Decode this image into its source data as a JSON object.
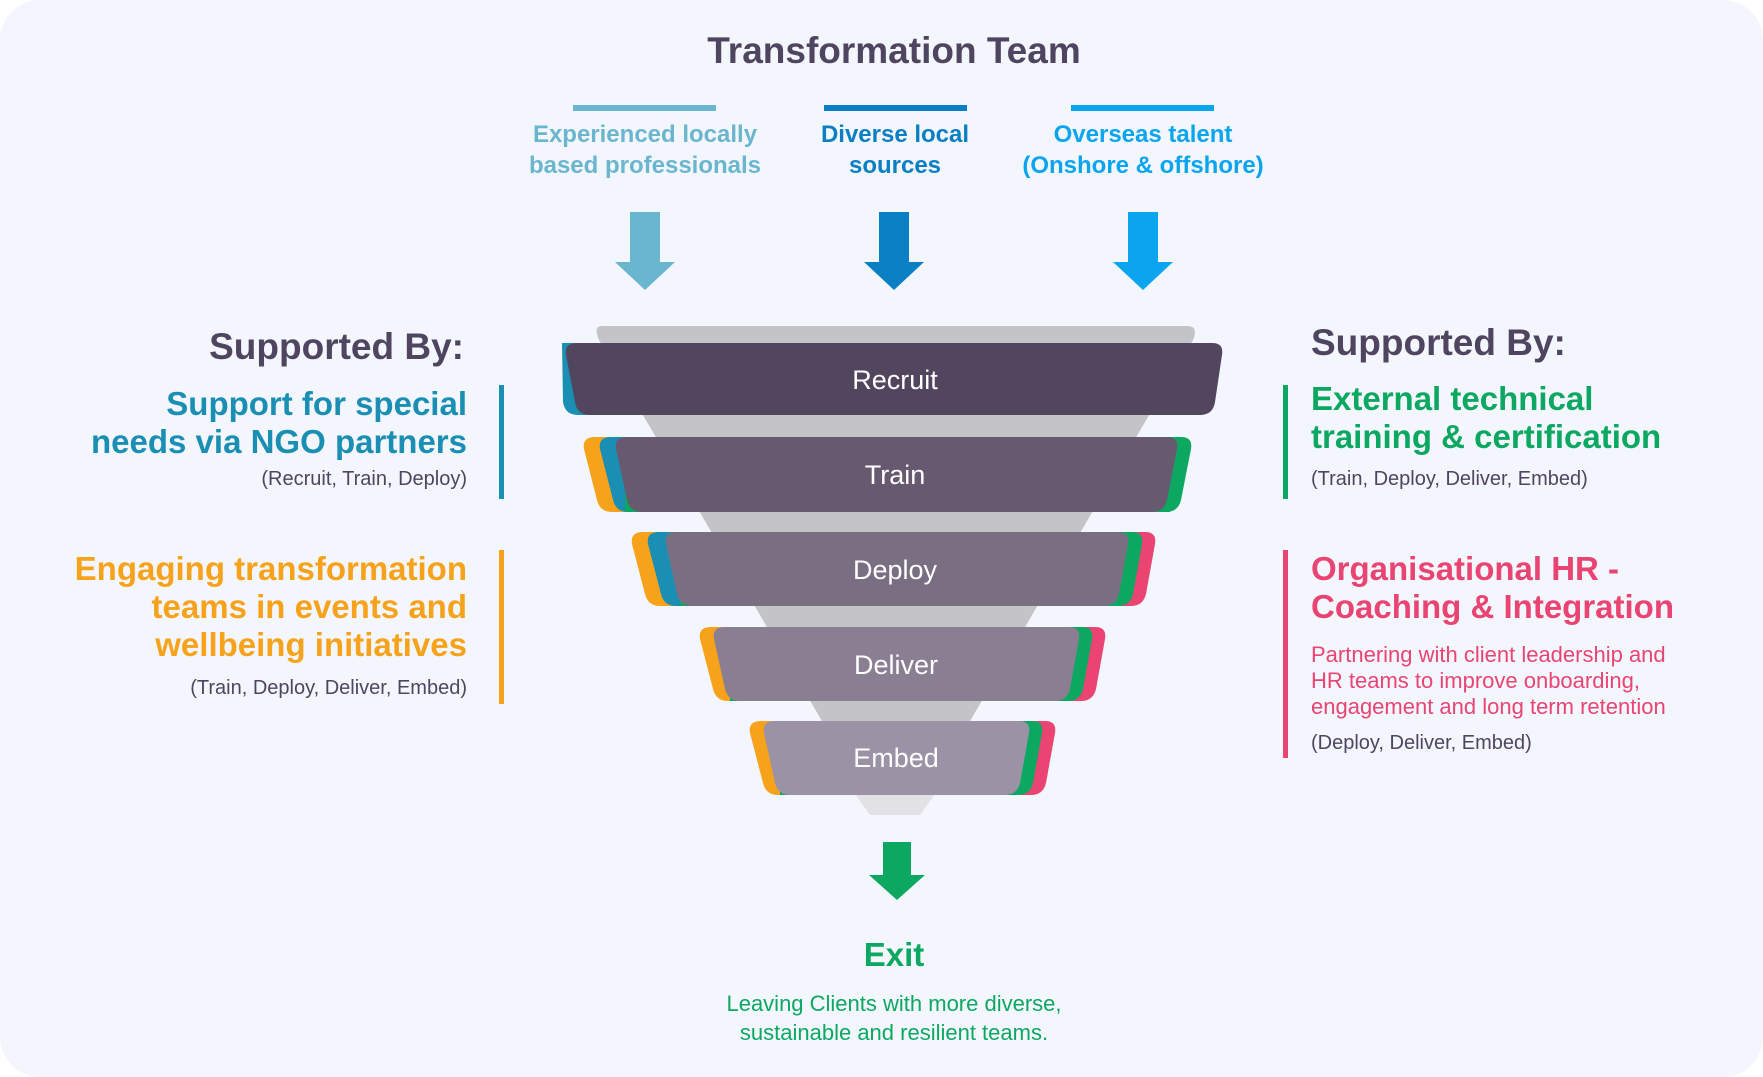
{
  "title": "Transformation Team",
  "sources": [
    {
      "label_line1": "Experienced locally",
      "label_line2": "based professionals",
      "color": "#6bb6cf"
    },
    {
      "label_line1": "Diverse local",
      "label_line2": "sources",
      "color": "#0b7fc4"
    },
    {
      "label_line1": "Overseas talent",
      "label_line2": "(Onshore & offshore)",
      "color": "#0aa5ee"
    }
  ],
  "stages": [
    "Recruit",
    "Train",
    "Deploy",
    "Deliver",
    "Embed"
  ],
  "stage_colors": [
    "#52465f",
    "#675a70",
    "#7a6e83",
    "#897e92",
    "#9b92a5"
  ],
  "left_support": {
    "heading": "Supported By:",
    "items": [
      {
        "title_line1": "Support for special",
        "title_line2": "needs via NGO partners",
        "stages": "(Recruit, Train, Deploy)",
        "color": "#1a8fb3"
      },
      {
        "title_line1": "Engaging transformation",
        "title_line2": "teams in events and",
        "title_line3": "wellbeing initiatives",
        "stages": "(Train, Deploy, Deliver, Embed)",
        "color": "#f7a21b"
      }
    ]
  },
  "right_support": {
    "heading": "Supported By:",
    "items": [
      {
        "title_line1": "External technical",
        "title_line2": "training & certification",
        "stages": "(Train, Deploy, Deliver, Embed)",
        "color": "#0ca862"
      },
      {
        "title_line1": "Organisational HR -",
        "title_line2": "Coaching & Integration",
        "desc_line1": "Partnering with client leadership and",
        "desc_line2": "HR teams to improve onboarding,",
        "desc_line3": "engagement and long term retention",
        "stages": "(Deploy, Deliver, Embed)",
        "color": "#e94472"
      }
    ]
  },
  "exit": {
    "title": "Exit",
    "line1": "Leaving Clients with more diverse,",
    "line2": "sustainable and resilient teams.",
    "color": "#0ca862"
  }
}
